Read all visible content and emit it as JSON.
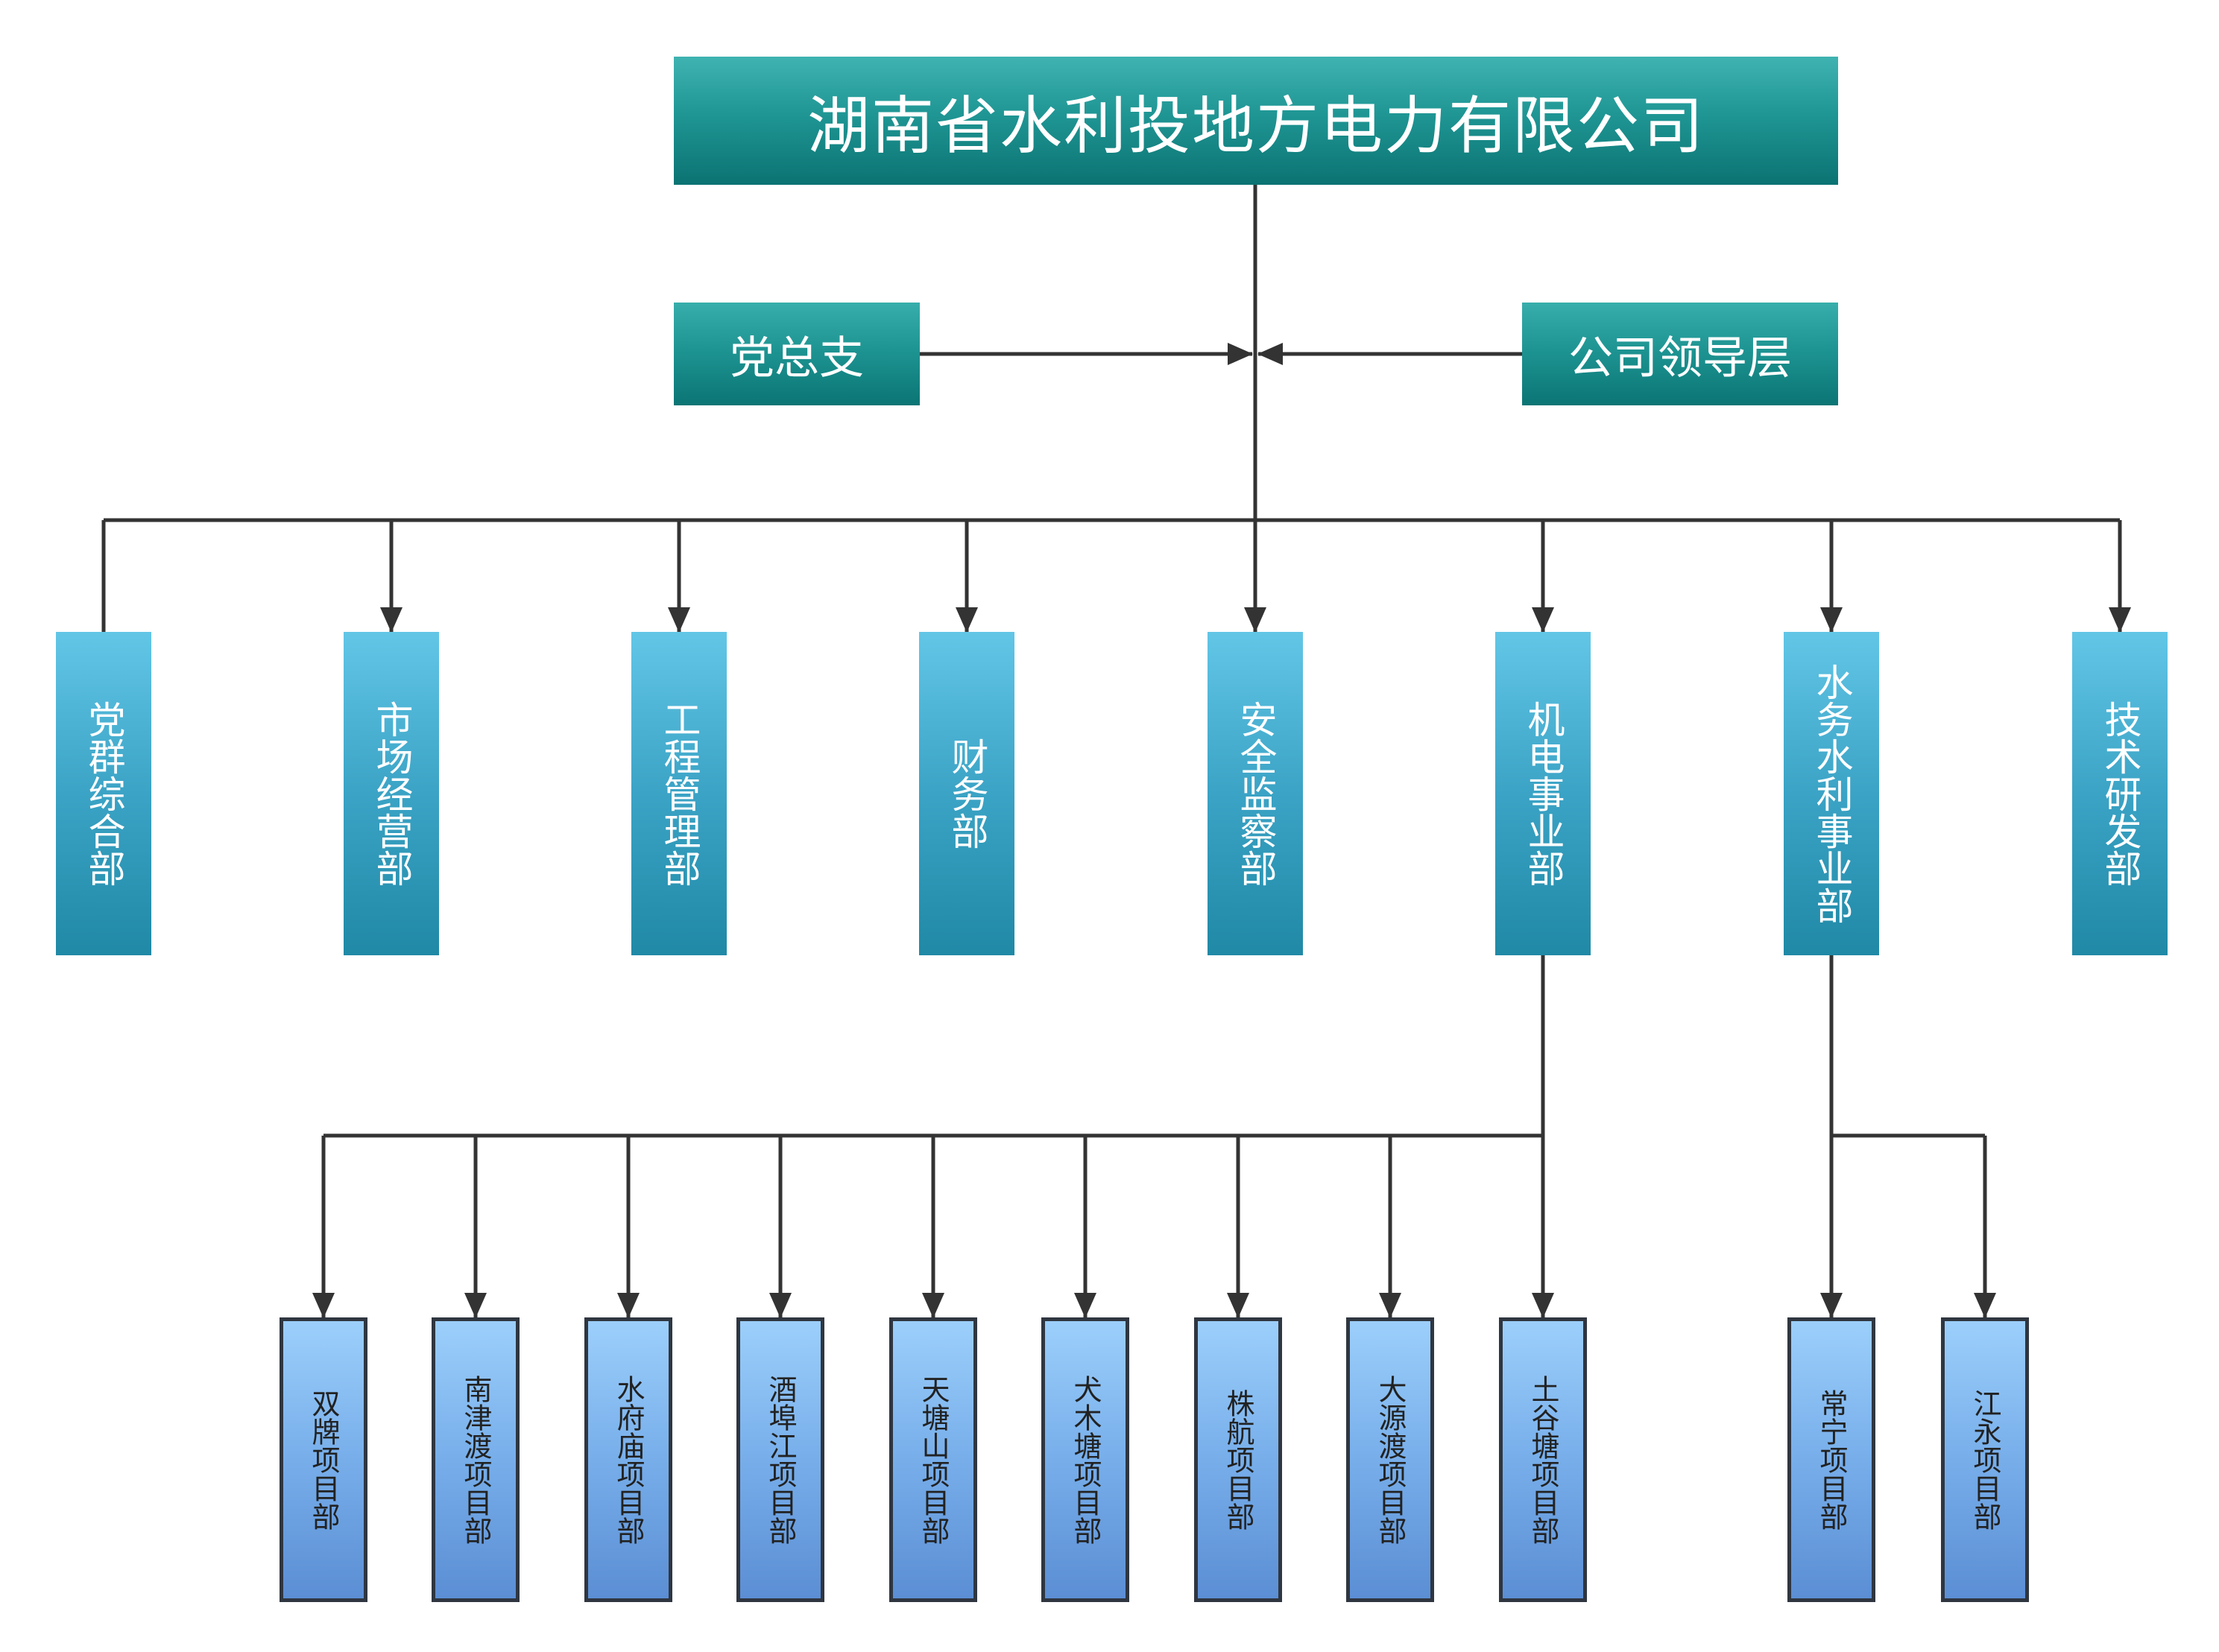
{
  "company": {
    "name": "湖南省水利投地方电力有限公司"
  },
  "side": {
    "party": "党总支",
    "leadership": "公司领导层"
  },
  "departments": [
    "党群综合部",
    "市场经营部",
    "工程管理部",
    "财务部",
    "安全监察部",
    "机电事业部",
    "水务水利事业部",
    "技术研发部"
  ],
  "projects_mechanical": [
    "双牌项目部",
    "南津渡项目部",
    "水府庙项目部",
    "酒埠江项目部",
    "天塘山项目部",
    "犬木塘项目部",
    "株航项目部",
    "大源渡项目部",
    "土谷塘项目部"
  ],
  "projects_water": [
    "常宁项目部",
    "江永项目部"
  ],
  "colors": {
    "title_box": "#1f9694",
    "side_box": "#1c9290",
    "department_box": "#3ba3c5",
    "project_box": "#77aeea",
    "connector": "#333333"
  }
}
